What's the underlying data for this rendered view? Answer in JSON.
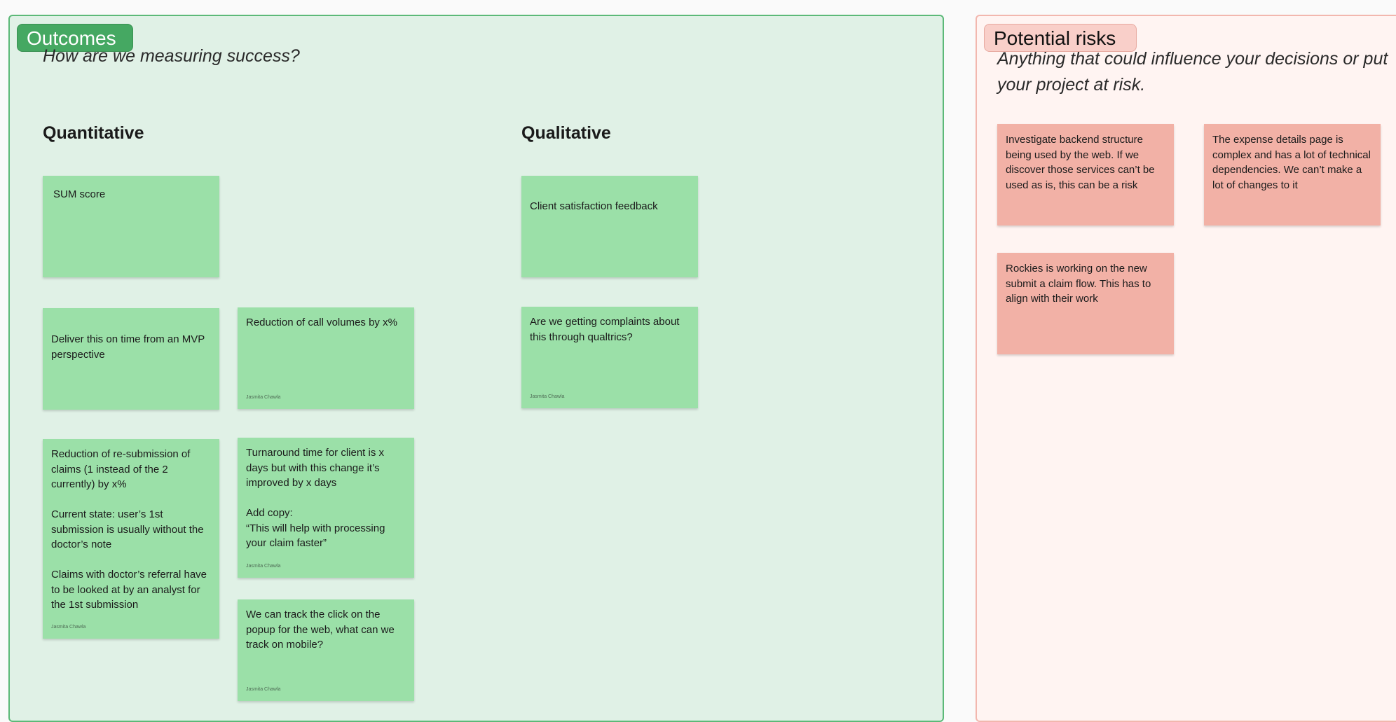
{
  "outcomes": {
    "tag": "Outcomes",
    "subtitle": "How are we measuring success?",
    "quantitative_heading": "Quantitative",
    "qualitative_heading": "Qualitative",
    "quantitative_notes": [
      {
        "text": "SUM score",
        "author": ""
      },
      {
        "text": "Deliver this on time from an MVP perspective",
        "author": ""
      },
      {
        "text": "Reduction of call volumes by x%",
        "author": "Jasmita Chawla"
      },
      {
        "text": "Reduction of re-submission of claims (1 instead of the 2 currently) by x%\n\nCurrent state: user’s 1st submission is usually without the doctor’s note\n\nClaims with doctor’s referral have to be looked at by an analyst for the 1st submission",
        "author": "Jasmita Chawla"
      },
      {
        "text": "Turnaround time for client is x days but with this change it’s improved by x days\n\nAdd copy:\n“This will help with processing your claim faster”",
        "author": "Jasmita Chawla"
      },
      {
        "text": "We can track the click on the popup for the web, what can we track on mobile?",
        "author": "Jasmita Chawla"
      }
    ],
    "qualitative_notes": [
      {
        "text": "Client satisfaction feedback",
        "author": ""
      },
      {
        "text": "Are we getting complaints about this through qualtrics?",
        "author": "Jasmita Chawla"
      }
    ]
  },
  "risks": {
    "tag": "Potential risks",
    "subtitle": "Anything that could influence your decisions or put your project at risk.",
    "notes": [
      {
        "text": "Investigate backend structure being used by the web. If we discover those services can’t be used as is, this can be a risk",
        "author": ""
      },
      {
        "text": "The expense details page is complex and has a lot of technical dependencies. We can’t make a lot of changes to it",
        "author": ""
      },
      {
        "text": "Rockies is working on the new submit a claim flow. This has to align with their work",
        "author": ""
      }
    ]
  },
  "colors": {
    "outcomes_bg": "#e0f1e6",
    "outcomes_border": "#5cb978",
    "outcomes_tag": "#45a862",
    "green_sticky": "#9be0a8",
    "risks_bg": "#fff4f2",
    "risks_border": "#f2b7ae",
    "risks_tag": "#f9cfc9",
    "red_sticky": "#f2b1a6"
  }
}
